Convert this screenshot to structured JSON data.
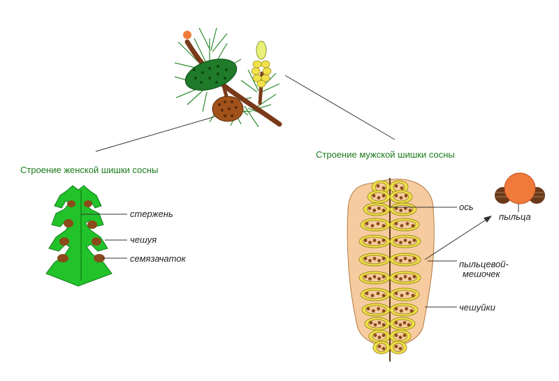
{
  "female": {
    "title": "Строение женской шишки сосны",
    "labels": {
      "axis": "стержень",
      "scale": "чешуя",
      "ovule": "семязачаток"
    }
  },
  "male": {
    "title": "Строение мужской шишки сосны",
    "labels": {
      "axis": "ось",
      "pollen": "пыльца",
      "sac_line1": "пыльцевой-",
      "sac_line2": "мешочек",
      "scales": "чешуйки"
    }
  },
  "colors": {
    "title": "#1a7a1a",
    "female_scale": "#22c22a",
    "ovule": "#8a4a1a",
    "male_scale": "#f2e24a",
    "male_body": "#f7cba0",
    "pollen_grain": "#f07a3a",
    "branch": "#7a3a1a"
  }
}
